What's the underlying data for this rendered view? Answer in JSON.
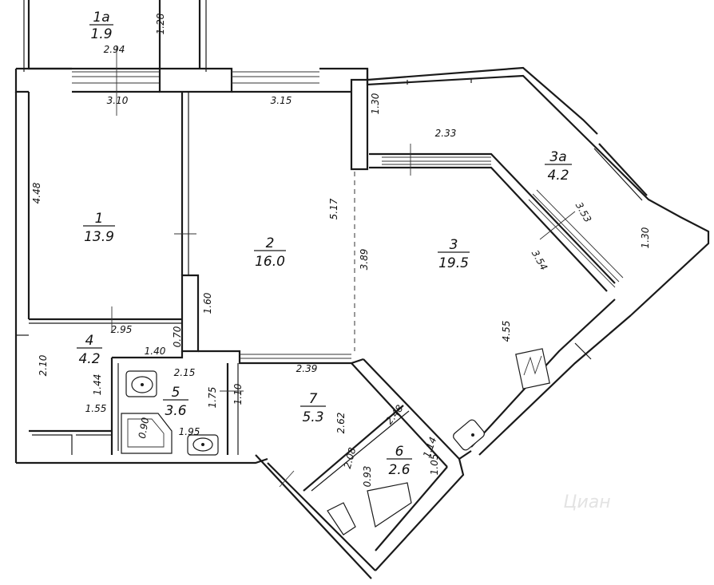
{
  "rooms": [
    {
      "num": "1a",
      "area": "1.9"
    },
    {
      "num": "1",
      "area": "13.9"
    },
    {
      "num": "2",
      "area": "16.0"
    },
    {
      "num": "3",
      "area": "19.5"
    },
    {
      "num": "3a",
      "area": "4.2"
    },
    {
      "num": "4",
      "area": "4.2"
    },
    {
      "num": "5",
      "area": "3.6"
    },
    {
      "num": "6",
      "area": "2.6"
    },
    {
      "num": "7",
      "area": "5.3"
    }
  ],
  "dims": {
    "d1": "1.28",
    "d2": "2.94",
    "d3": "3.10",
    "d4": "3.15",
    "d5": "1.30",
    "d6": "2.33",
    "d7": "4.48",
    "d8": "5.17",
    "d9": "3.89",
    "d10": "3.53",
    "d11": "3.54",
    "d12": "1.30",
    "d13": "1.60",
    "d14": "2.95",
    "d15": "0.70",
    "d16": "1.40",
    "d17": "2.10",
    "d18": "1.44",
    "d19": "1.55",
    "d20": "2.15",
    "d21": "1.75",
    "d22": "1.10",
    "d23": "2.39",
    "d24": "4.55",
    "d25": "2.62",
    "d26": "2.48",
    "d27": "1.14",
    "d28": "1.05",
    "d29": "2.08",
    "d30": "0.93",
    "d31": "0.90",
    "d32": "1.95"
  },
  "watermark": "Циан"
}
